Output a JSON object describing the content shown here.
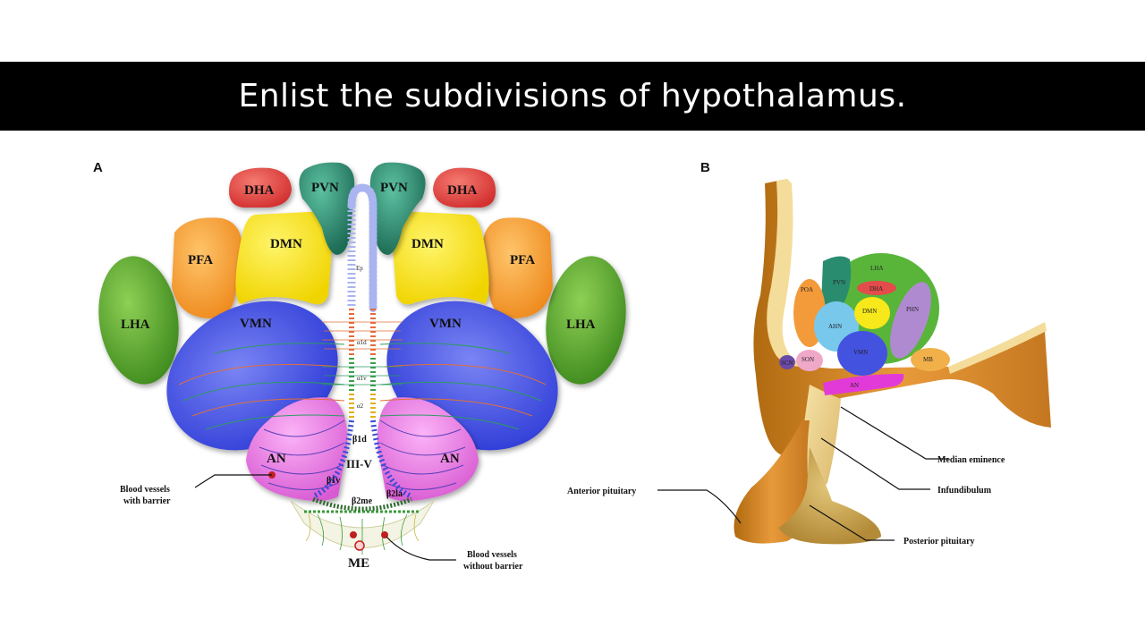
{
  "title": "Enlist the subdivisions of hypothalamus.",
  "panel_a": {
    "label": "A",
    "regions": {
      "dha_l": "DHA",
      "dha_r": "DHA",
      "pvn_l": "PVN",
      "pvn_r": "PVN",
      "dmn_l": "DMN",
      "dmn_r": "DMN",
      "pfa_l": "PFA",
      "pfa_r": "PFA",
      "lha_l": "LHA",
      "lha_r": "LHA",
      "vmn_l": "VMN",
      "vmn_r": "VMN",
      "an_l": "AN",
      "an_r": "AN",
      "me": "ME"
    },
    "ventricle": {
      "ep": "Ep",
      "a1d": "α1d",
      "a1v": "α1v",
      "a2": "α2",
      "b1d": "β1d",
      "iiiv": "III-V",
      "b1v": "β1v",
      "b2me": "β2me",
      "b2la": "β2la"
    },
    "callouts": {
      "with_barrier_1": "Blood vessels",
      "with_barrier_2": "with barrier",
      "without_barrier_1": "Blood vessels",
      "without_barrier_2": "without barrier"
    }
  },
  "panel_b": {
    "label": "B",
    "regions": {
      "lha": "LHA",
      "pvn": "PVN",
      "poa": "POA",
      "dha": "DHA",
      "dmn": "DMN",
      "ahn": "AHN",
      "phn": "PHN",
      "vmn": "VMN",
      "scn": "SCN",
      "son": "SON",
      "mb": "MB",
      "an": "AN"
    },
    "callouts": {
      "median_eminence": "Median eminence",
      "infundibulum": "Infundibulum",
      "anterior_pituitary": "Anterior pituitary",
      "posterior_pituitary": "Posterior pituitary"
    }
  },
  "colors": {
    "lha": "#5fa832",
    "pfa": "#f6a43c",
    "dha": "#e44b4b",
    "pvn": "#2a8c6e",
    "dmn": "#f6e81a",
    "vmn": "#4452e0",
    "an": "#e77be3",
    "ventricle": "#aab4f0"
  }
}
